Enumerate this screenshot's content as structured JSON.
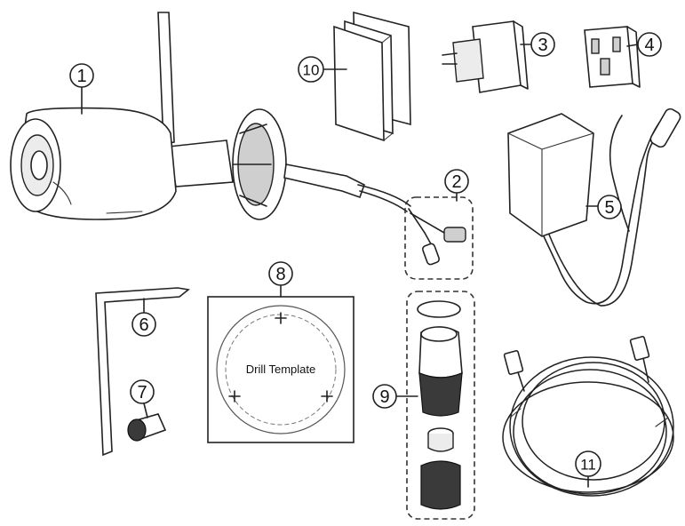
{
  "callouts": {
    "c1": "1",
    "c2": "2",
    "c3": "3",
    "c4": "4",
    "c5": "5",
    "c6": "6",
    "c7": "7",
    "c8": "8",
    "c9": "9",
    "c10": "10",
    "c11": "11"
  },
  "drill_template": {
    "label": "Drill Template"
  },
  "colors": {
    "line": "#222222",
    "fill_gray": "#cfcfcf",
    "background": "#ffffff"
  }
}
